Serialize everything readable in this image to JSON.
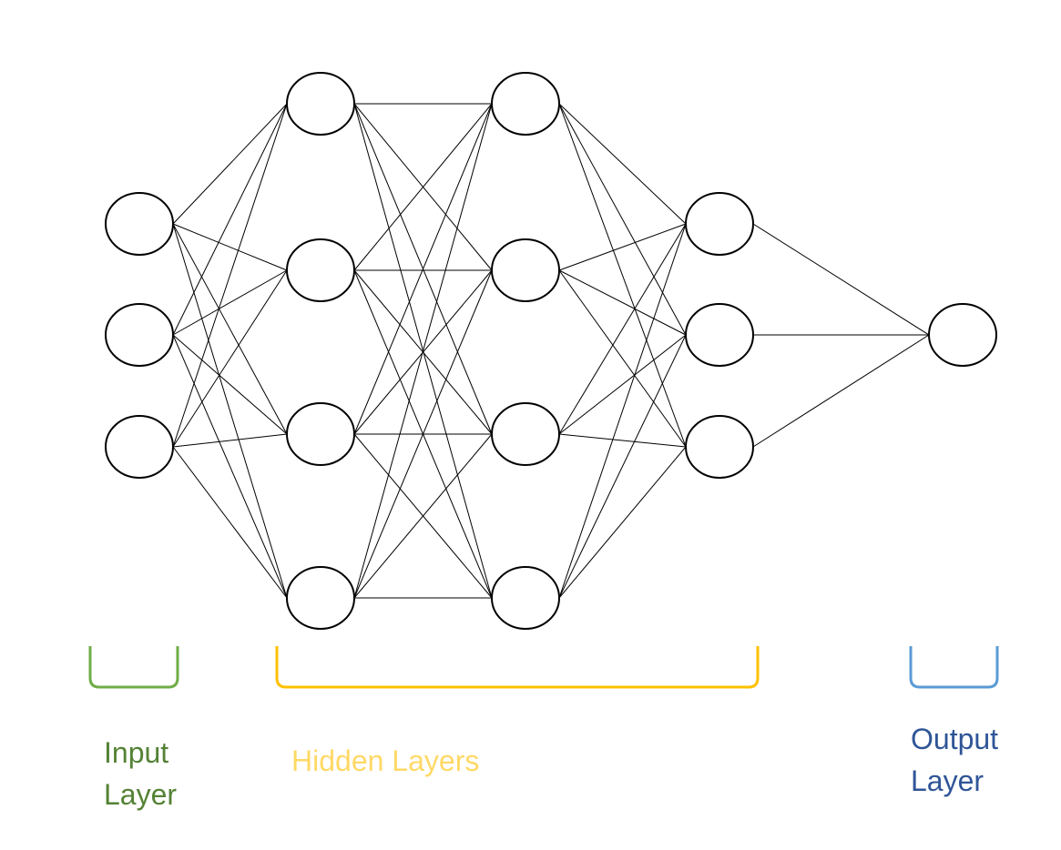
{
  "labels": {
    "input": {
      "line1": "Input",
      "line2": "Layer",
      "color": "#548235"
    },
    "hidden": {
      "text": "Hidden Layers",
      "color": "#FFD966"
    },
    "output": {
      "line1": "Output",
      "line2": "Layer",
      "color": "#2F5597"
    }
  },
  "bracket_colors": {
    "input": "#70AD47",
    "hidden": "#FFC000",
    "output": "#5B9BD5"
  },
  "layers": [
    {
      "role": "input",
      "nodes": 3
    },
    {
      "role": "hidden",
      "nodes": 4
    },
    {
      "role": "hidden",
      "nodes": 4
    },
    {
      "role": "hidden",
      "nodes": 3
    },
    {
      "role": "output",
      "nodes": 1
    }
  ],
  "connectivity": "fully-connected"
}
